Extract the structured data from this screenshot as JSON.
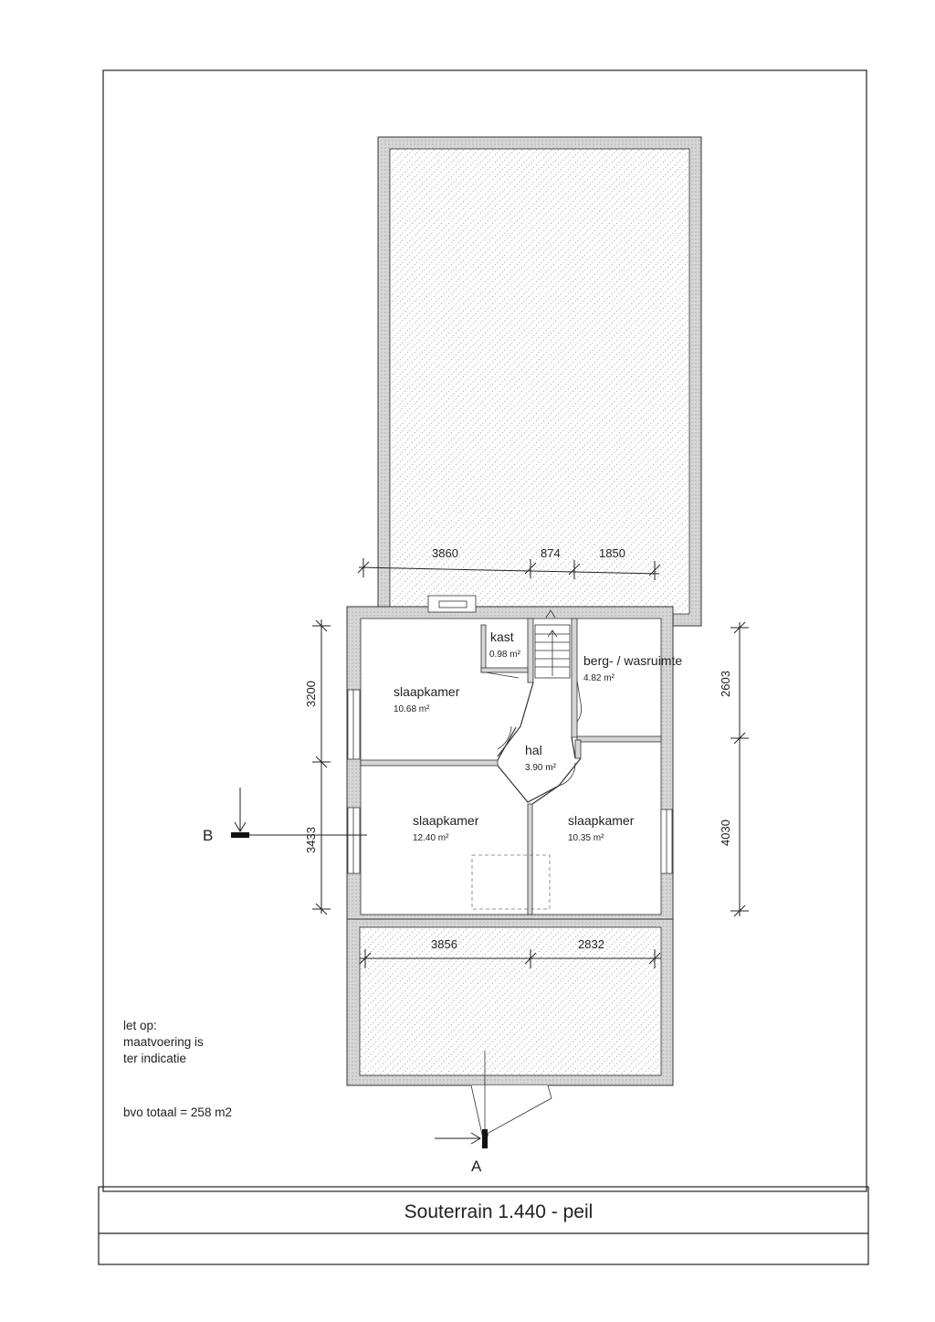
{
  "rooms": [
    {
      "name": "kast",
      "area": "0.98 m²"
    },
    {
      "name": "berg- / wasruimte",
      "area": "4.82 m²"
    },
    {
      "name": "slaapkamer",
      "area": "10.68 m²"
    },
    {
      "name": "hal",
      "area": "3.90 m²"
    },
    {
      "name": "slaapkamer",
      "area": "12.40 m²"
    },
    {
      "name": "slaapkamer",
      "area": "10.35 m²"
    }
  ],
  "dimensions": {
    "top": [
      "3860",
      "874",
      "1850"
    ],
    "bottom": [
      "3856",
      "2832"
    ],
    "left": [
      "3200",
      "3433"
    ],
    "right": [
      "2603",
      "4030"
    ]
  },
  "section_markers": {
    "b": "B",
    "a": "A"
  },
  "notes": {
    "line1": "let op:",
    "line2": "maatvoering is",
    "line3": "ter indicatie",
    "bvo": "bvo totaal = 258 m2"
  },
  "title": "Souterrain 1.440 - peil"
}
